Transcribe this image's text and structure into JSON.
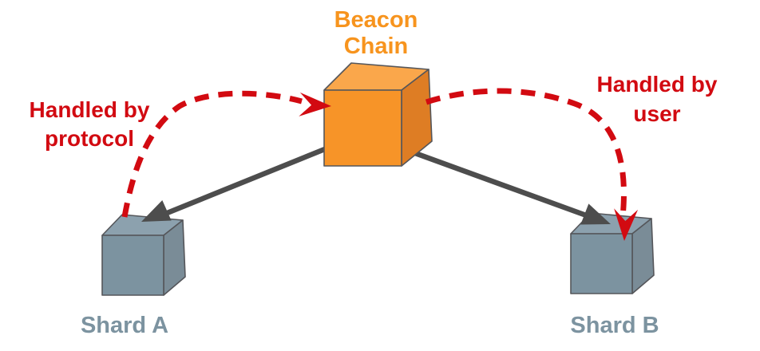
{
  "colors": {
    "background": "#FFFFFF",
    "red": "#D20A11",
    "arrow_gray": "#4D4D4D",
    "cube_outline": "#55565A",
    "beacon_front": "#F79428",
    "beacon_top": "#FAA74B",
    "beacon_side": "#DE7D24",
    "beacon_label": "#F7941E",
    "shard_front": "#7C93A0",
    "shard_top": "#8CA1AE",
    "shard_side": "#7A8C97",
    "shard_label": "#7C93A0"
  },
  "nodes": {
    "beacon": {
      "label_line1": "Beacon",
      "label_line2": "Chain"
    },
    "shard_a": {
      "label": "Shard A"
    },
    "shard_b": {
      "label": "Shard B"
    }
  },
  "annotations": {
    "protocol_flow": {
      "line1": "Handled by",
      "line2": "protocol"
    },
    "user_flow": {
      "line1": "Handled by",
      "line2": "user"
    }
  }
}
